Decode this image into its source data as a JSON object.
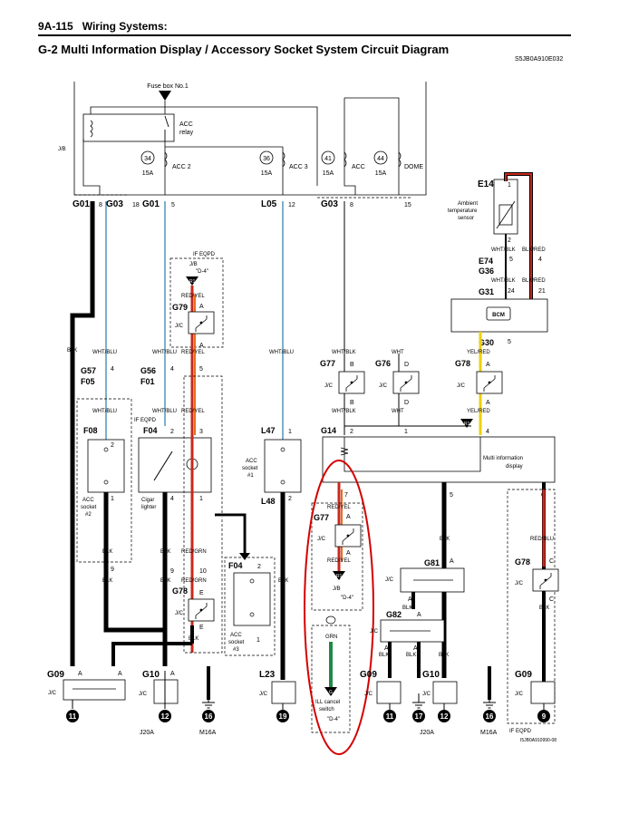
{
  "header": {
    "page": "9A-115",
    "section": "Wiring Systems:"
  },
  "title": "G-2 Multi Information Display / Accessory Socket System Circuit Diagram",
  "diagram_code": "S5JB0A910E032",
  "footer_code": "I5JB0A910990-08",
  "fuse_box": {
    "label": "Fuse box No.1",
    "relay": [
      "ACC",
      "relay"
    ],
    "jb": "J/B",
    "fuses": [
      {
        "num": "34",
        "amp": "15A",
        "name": "ACC 2"
      },
      {
        "num": "36",
        "amp": "15A",
        "name": "ACC 3"
      },
      {
        "num": "41",
        "amp": "15A",
        "name": "ACC"
      },
      {
        "num": "44",
        "amp": "15A",
        "name": "DOME"
      }
    ]
  },
  "connectors": {
    "g01a": "G01",
    "g01a_pin": "8",
    "g03a": "G03",
    "g03a_pin": "18",
    "g01b": "G01",
    "g01b_pin": "5",
    "l05": "L05",
    "l05_pin": "12",
    "g03b": "G03",
    "g03b_pin": "8",
    "pin15": "15"
  },
  "wires": {
    "blk": "BLK",
    "wht_blu": "WHT/BLU",
    "wht_blk": "WHT/BLK",
    "wht": "WHT",
    "red_yel": "RED/YEL",
    "red_grn": "RED/GRN",
    "red_blu": "RED/BLU",
    "yel_red": "YEL/RED",
    "blk_red": "BLK/RED",
    "grn": "GRN"
  },
  "e14": {
    "label": "E14",
    "text": [
      "Ambient",
      "temperature",
      "sensor"
    ],
    "pin1": "1",
    "pin2": "2"
  },
  "e74": {
    "label": "E74",
    "pin_a": "5",
    "pin_b": "4"
  },
  "g36": "G36",
  "g31": {
    "label": "G31",
    "pin_a": "24",
    "pin_b": "21"
  },
  "bcm": "BCM",
  "g30": {
    "label": "G30",
    "pin": "5"
  },
  "if_eqpd": "IF EQPD",
  "d4": "\"D-4\"",
  "jc": "J/C",
  "jb": "J/B",
  "ill": [
    "ILL cancel",
    "switch"
  ],
  "mid": [
    "Multi information",
    "display"
  ],
  "acc1": [
    "ACC",
    "socket",
    "#1"
  ],
  "acc2": [
    "ACC",
    "socket",
    "#2"
  ],
  "acc3": [
    "ACC",
    "socket",
    "#3"
  ],
  "cigar": [
    "Cigar",
    "lighter"
  ],
  "labels": {
    "g57": "G57",
    "f05": "F05",
    "g56": "G56",
    "f01": "F01",
    "f08": "F08",
    "f04": "F04",
    "l47": "L47",
    "l48": "L48",
    "l23": "L23",
    "g14": "G14",
    "g77": "G77",
    "g76": "G76",
    "g78": "G78",
    "g79": "G79",
    "g81": "G81",
    "g82": "G82",
    "g09": "G09",
    "g10": "G10",
    "j20a": "J20A",
    "m16a": "M16A",
    "a": "A",
    "b": "B",
    "c": "C",
    "d": "D",
    "e": "E",
    "p1": "1",
    "p2": "2",
    "p3": "3",
    "p4": "4",
    "p5": "5",
    "p6": "6",
    "p7": "7",
    "p9": "9",
    "p10": "10",
    "r1": "R1",
    "g": "G"
  },
  "grounds": [
    "11",
    "12",
    "16",
    "19",
    "11",
    "17",
    "12",
    "16",
    "9"
  ],
  "colors": {
    "red": "#c8281e",
    "orange": "#e07020",
    "yellow": "#f0d000",
    "green": "#1e8a46",
    "blue_wire": "#2a7aa8",
    "annotation": "#d40000"
  }
}
